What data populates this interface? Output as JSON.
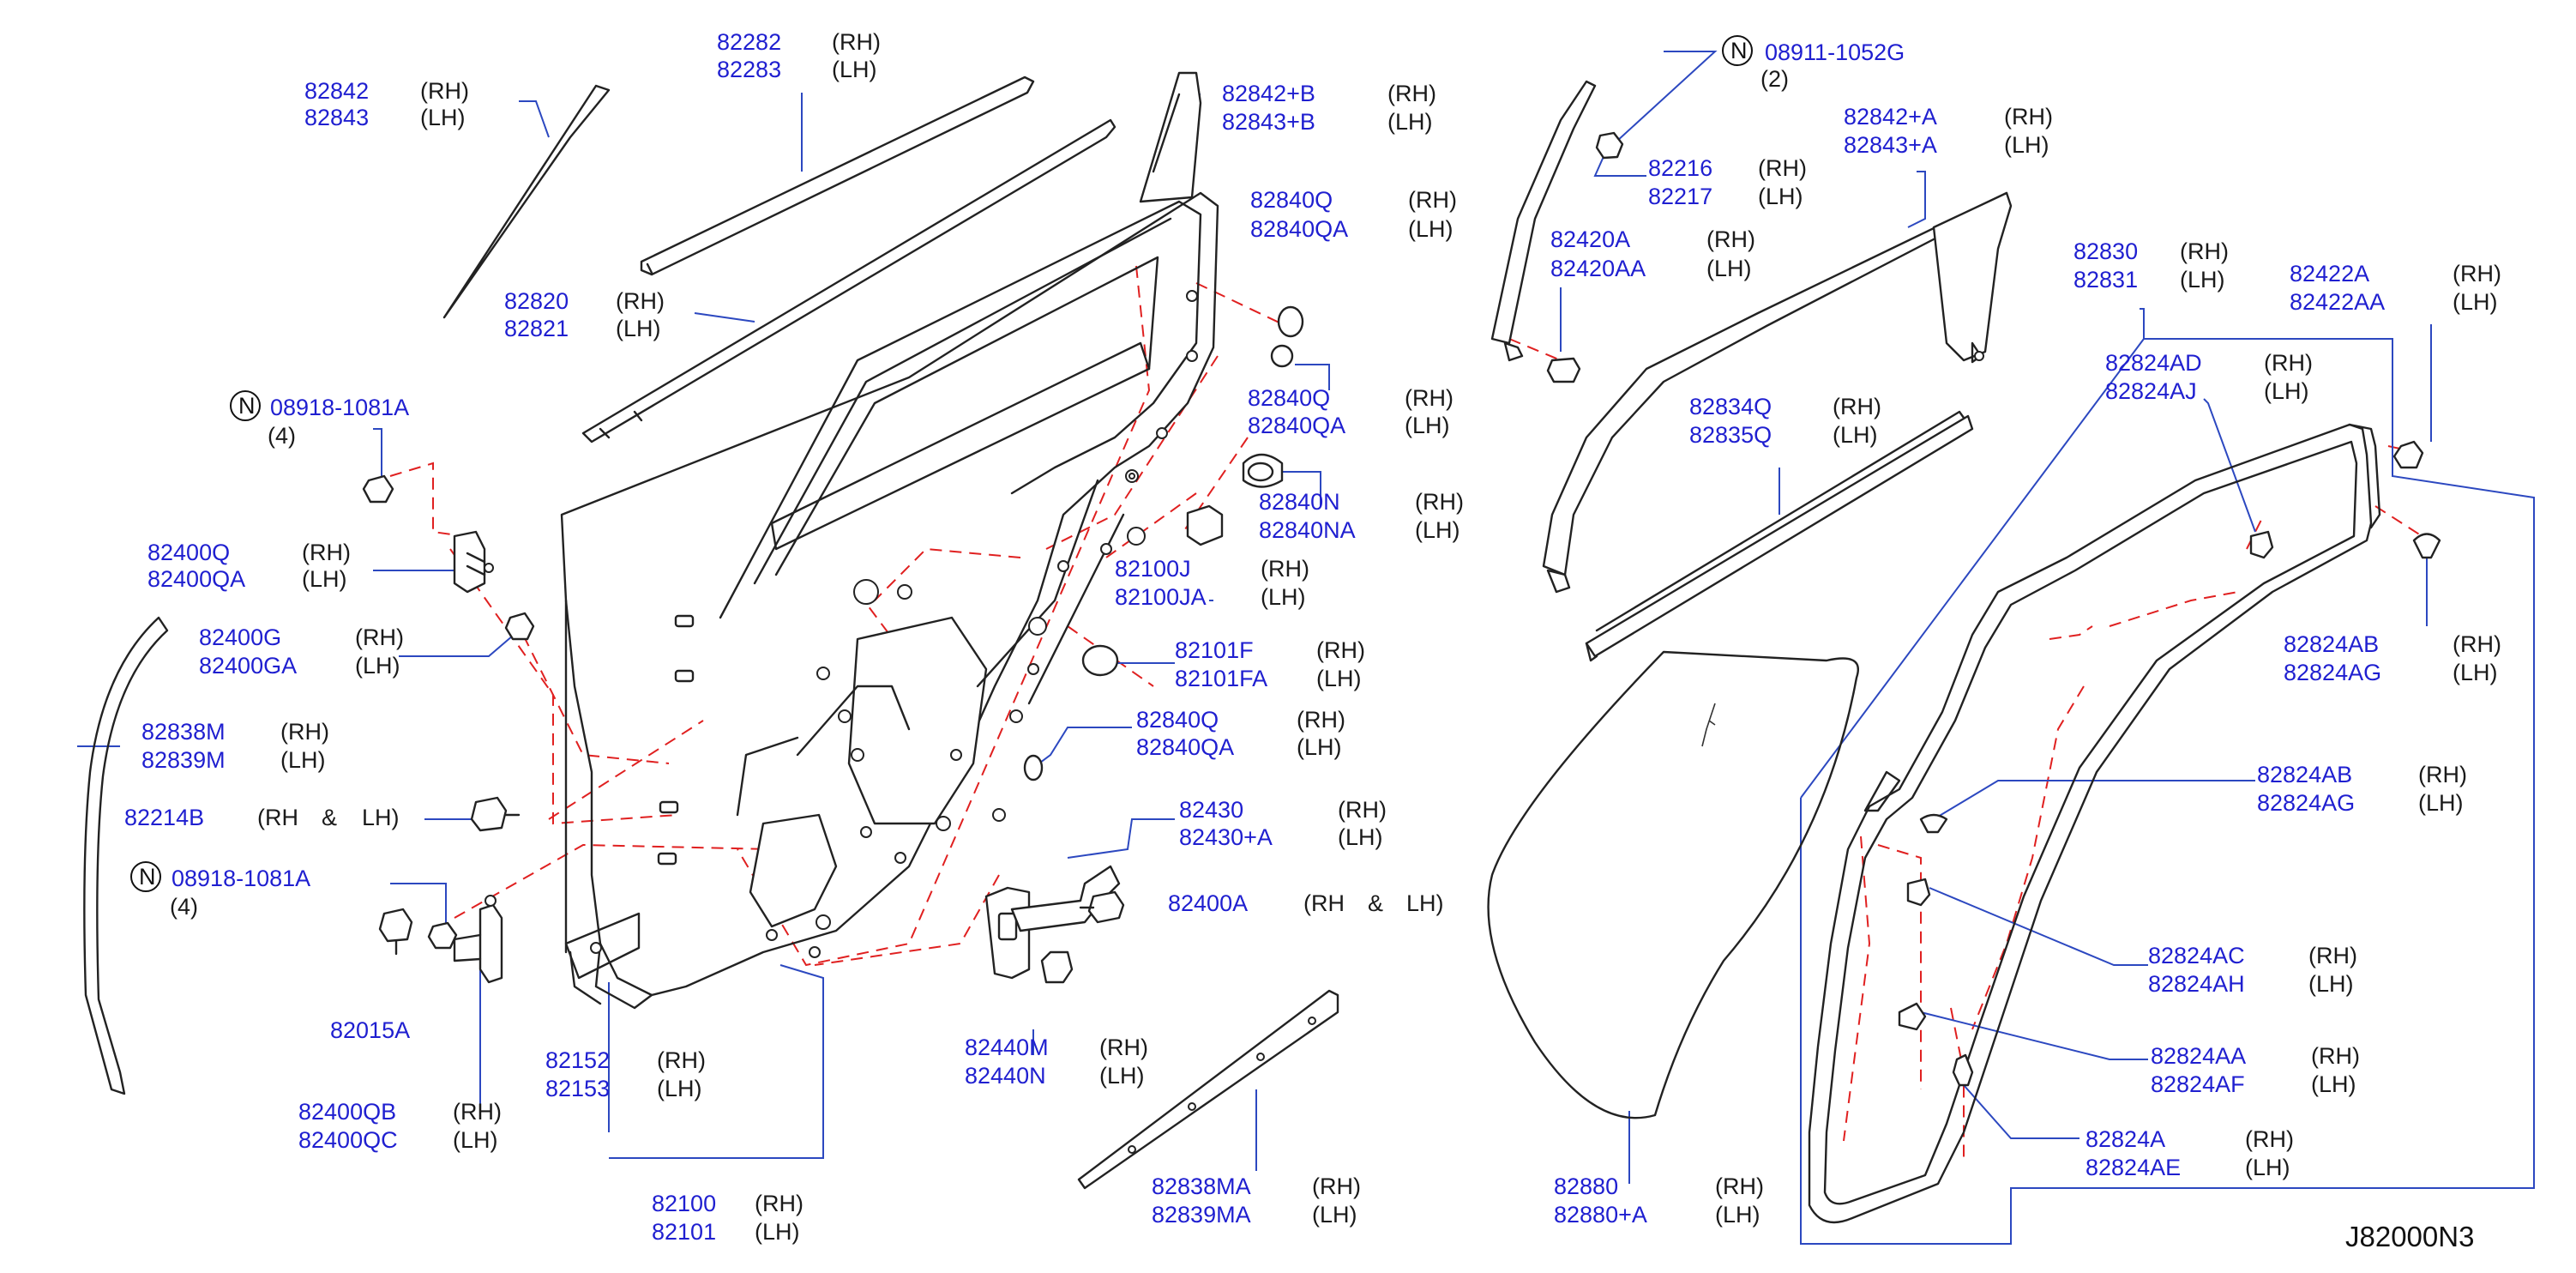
{
  "diagram_code": "J82000N3",
  "callouts": [
    {
      "lines": [
        {
          "num": "82842",
          "side": "(RH)"
        },
        {
          "num": "82843",
          "side": "(LH)"
        }
      ]
    },
    {
      "lines": [
        {
          "num": "82282",
          "side": "(RH)"
        },
        {
          "num": "82283",
          "side": "(LH)"
        }
      ]
    },
    {
      "lines": [
        {
          "num": "82842+B",
          "side": "(RH)"
        },
        {
          "num": "82843+B",
          "side": "(LH)"
        }
      ]
    },
    {
      "lines": [
        {
          "num": "82840Q",
          "side": "(RH)"
        },
        {
          "num": "82840QA",
          "side": "(LH)"
        }
      ]
    },
    {
      "lines": [
        {
          "num": "82820",
          "side": "(RH)"
        },
        {
          "num": "82821",
          "side": "(LH)"
        }
      ]
    },
    {
      "lines": [
        {
          "num": "82840Q",
          "side": "(RH)"
        },
        {
          "num": "82840QA",
          "side": "(LH)"
        }
      ]
    },
    {
      "lines": [
        {
          "num": "82840N",
          "side": "(RH)"
        },
        {
          "num": "82840NA",
          "side": "(LH)"
        }
      ]
    },
    {
      "lines": [
        {
          "num": "82100J",
          "side": "(RH)"
        },
        {
          "num": "82100JA",
          "side": "(LH)"
        }
      ]
    },
    {
      "lines": [
        {
          "num": "82101F",
          "side": "(RH)"
        },
        {
          "num": "82101FA",
          "side": "(LH)"
        }
      ]
    },
    {
      "lines": [
        {
          "num": "82840Q",
          "side": "(RH)"
        },
        {
          "num": "82840QA",
          "side": "(LH)"
        }
      ]
    },
    {
      "lines": [
        {
          "num": "82430",
          "side": "(RH)"
        },
        {
          "num": "82430+A",
          "side": "(LH)"
        }
      ]
    },
    {
      "lines": [
        {
          "num": "82400Q",
          "side": "(RH)"
        },
        {
          "num": "82400QA",
          "side": "(LH)"
        }
      ]
    },
    {
      "lines": [
        {
          "num": "82400G",
          "side": "(RH)"
        },
        {
          "num": "82400GA",
          "side": "(LH)"
        }
      ]
    },
    {
      "lines": [
        {
          "num": "82838M",
          "side": "(RH)"
        },
        {
          "num": "82839M",
          "side": "(LH)"
        }
      ]
    },
    {
      "lines": [
        {
          "num": "82400QB",
          "side": "(RH)"
        },
        {
          "num": "82400QC",
          "side": "(LH)"
        }
      ]
    },
    {
      "lines": [
        {
          "num": "82152",
          "side": "(RH)"
        },
        {
          "num": "82153",
          "side": "(LH)"
        }
      ]
    },
    {
      "lines": [
        {
          "num": "82100",
          "side": "(RH)"
        },
        {
          "num": "82101",
          "side": "(LH)"
        }
      ]
    },
    {
      "lines": [
        {
          "num": "82440M",
          "side": "(RH)"
        },
        {
          "num": "82440N",
          "side": "(LH)"
        }
      ]
    },
    {
      "lines": [
        {
          "num": "82838MA",
          "side": "(RH)"
        },
        {
          "num": "82839MA",
          "side": "(LH)"
        }
      ]
    },
    {
      "lines": [
        {
          "num": "82216",
          "side": "(RH)"
        },
        {
          "num": "82217",
          "side": "(LH)"
        }
      ]
    },
    {
      "lines": [
        {
          "num": "82842+A",
          "side": "(RH)"
        },
        {
          "num": "82843+A",
          "side": "(LH)"
        }
      ]
    },
    {
      "lines": [
        {
          "num": "82420A",
          "side": "(RH)"
        },
        {
          "num": "82420AA",
          "side": "(LH)"
        }
      ]
    },
    {
      "lines": [
        {
          "num": "82830",
          "side": "(RH)"
        },
        {
          "num": "82831",
          "side": "(LH)"
        }
      ]
    },
    {
      "lines": [
        {
          "num": "82422A",
          "side": "(RH)"
        },
        {
          "num": "82422AA",
          "side": "(LH)"
        }
      ]
    },
    {
      "lines": [
        {
          "num": "82824AD",
          "side": "(RH)"
        },
        {
          "num": "82824AJ",
          "side": "(LH)"
        }
      ]
    },
    {
      "lines": [
        {
          "num": "82834Q",
          "side": "(RH)"
        },
        {
          "num": "82835Q",
          "side": "(LH)"
        }
      ]
    },
    {
      "lines": [
        {
          "num": "82824AB",
          "side": "(RH)"
        },
        {
          "num": "82824AG",
          "side": "(LH)"
        }
      ]
    },
    {
      "lines": [
        {
          "num": "82824AB",
          "side": "(RH)"
        },
        {
          "num": "82824AG",
          "side": "(LH)"
        }
      ]
    },
    {
      "lines": [
        {
          "num": "82824AC",
          "side": "(RH)"
        },
        {
          "num": "82824AH",
          "side": "(LH)"
        }
      ]
    },
    {
      "lines": [
        {
          "num": "82824AA",
          "side": "(RH)"
        },
        {
          "num": "82824AF",
          "side": "(LH)"
        }
      ]
    },
    {
      "lines": [
        {
          "num": "82824A",
          "side": "(RH)"
        },
        {
          "num": "82824AE",
          "side": "(LH)"
        }
      ]
    },
    {
      "lines": [
        {
          "num": "82880",
          "side": "(RH)"
        },
        {
          "num": "82880+A",
          "side": "(LH)"
        }
      ]
    }
  ],
  "single_callouts": [
    {
      "num": "82214B",
      "qualifier": [
        "(RH",
        "&",
        "LH)"
      ]
    },
    {
      "num": "82400A",
      "qualifier": [
        "(RH",
        "&",
        "LH)"
      ]
    },
    {
      "num": "82015A"
    }
  ],
  "n_callouts": [
    {
      "letter": "N",
      "num": "08918-1081A",
      "qty": "(4)"
    },
    {
      "letter": "N",
      "num": "08918-1081A",
      "qty": "(4)"
    },
    {
      "letter": "N",
      "num": "08911-1052G",
      "qty": "(2)"
    }
  ]
}
